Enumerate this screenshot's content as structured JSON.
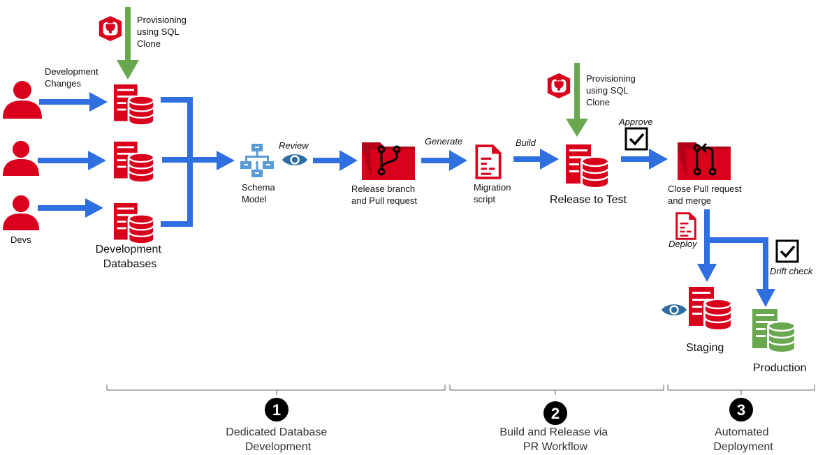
{
  "colors": {
    "flow_arrow": "#2f6fdf",
    "provision_arrow": "#6aa84f",
    "red": "#d9001b",
    "green": "#6aa84f",
    "schema_blue": "#5b9bd5",
    "eye_blue": "#2e6da4",
    "section_circle": "#000000"
  },
  "icons": [
    "person-icon",
    "database-server-icon",
    "sql-clone-icon",
    "schema-model-icon",
    "eye-icon",
    "folder-branch-icon",
    "folder-pull-request-icon",
    "script-document-icon",
    "checkbox-icon"
  ],
  "nodes": {
    "devs": "Devs",
    "dev_changes": [
      "Development",
      "Changes"
    ],
    "provision_1": [
      "Provisioning",
      "using SQL",
      "Clone"
    ],
    "dev_databases": [
      "Development",
      "Databases"
    ],
    "schema_model": [
      "Schema",
      "Model"
    ],
    "review": "Review",
    "release_branch": [
      "Release branch",
      "and Pull request"
    ],
    "generate": "Generate",
    "migration_script": [
      "Migration",
      "script"
    ],
    "build": "Build",
    "provision_2": [
      "Provisioning",
      "using SQL",
      "Clone"
    ],
    "release_to_test": "Release to Test",
    "approve": "Approve",
    "close_pr": [
      "Close Pull request",
      "and merge"
    ],
    "deploy": "Deploy",
    "drift_check": "Drift check",
    "staging": "Staging",
    "production": "Production"
  },
  "sections": [
    {
      "number": "1",
      "title": [
        "Dedicated Database",
        "Development"
      ]
    },
    {
      "number": "2",
      "title": [
        "Build and Release via",
        "PR Workflow"
      ]
    },
    {
      "number": "3",
      "title": [
        "Automated",
        "Deployment"
      ]
    }
  ]
}
